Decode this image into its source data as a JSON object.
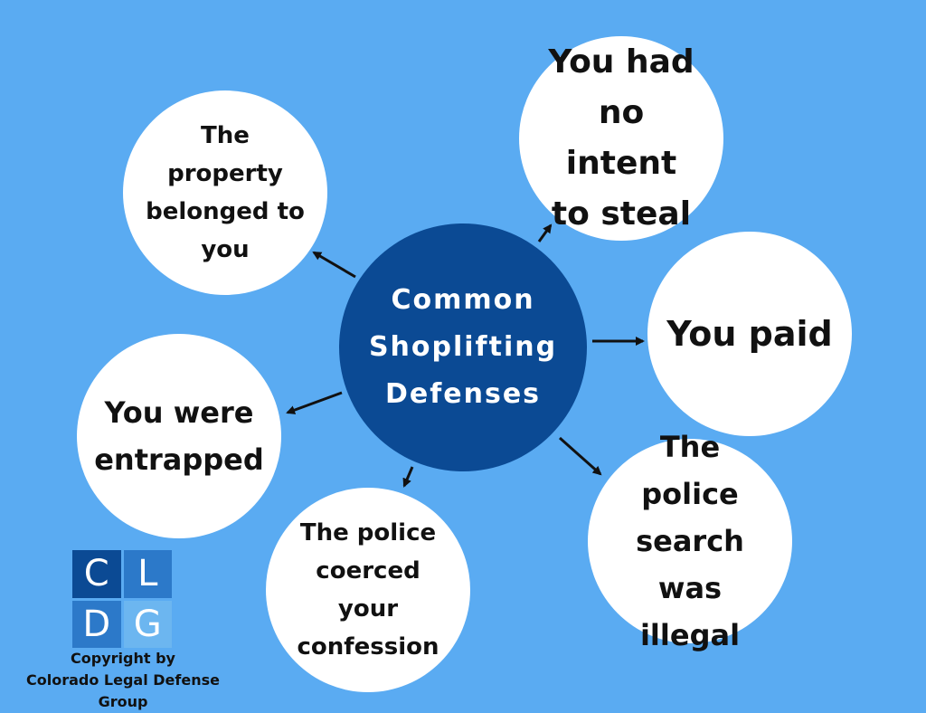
{
  "center": {
    "title": "Common Shoplifting Defenses"
  },
  "defenses": [
    {
      "text": "The property belonged to you"
    },
    {
      "text": "You had no intent to steal"
    },
    {
      "text": "You paid"
    },
    {
      "text": "You were entrapped"
    },
    {
      "text": "The police coerced your confession"
    },
    {
      "text": "The police search was illegal"
    }
  ],
  "logo": {
    "letters": [
      "C",
      "L",
      "D",
      "G"
    ]
  },
  "copyright": {
    "line1": "Copyright by",
    "line2": "Colorado Legal Defense Group"
  },
  "colors": {
    "background": "#5aabf2",
    "center": "#0b4a94",
    "bubble": "#ffffff",
    "arrow": "#111111",
    "logo_dark": "#0b4a94",
    "logo_mid": "#2c79c9",
    "logo_light": "#6cb6f0"
  }
}
